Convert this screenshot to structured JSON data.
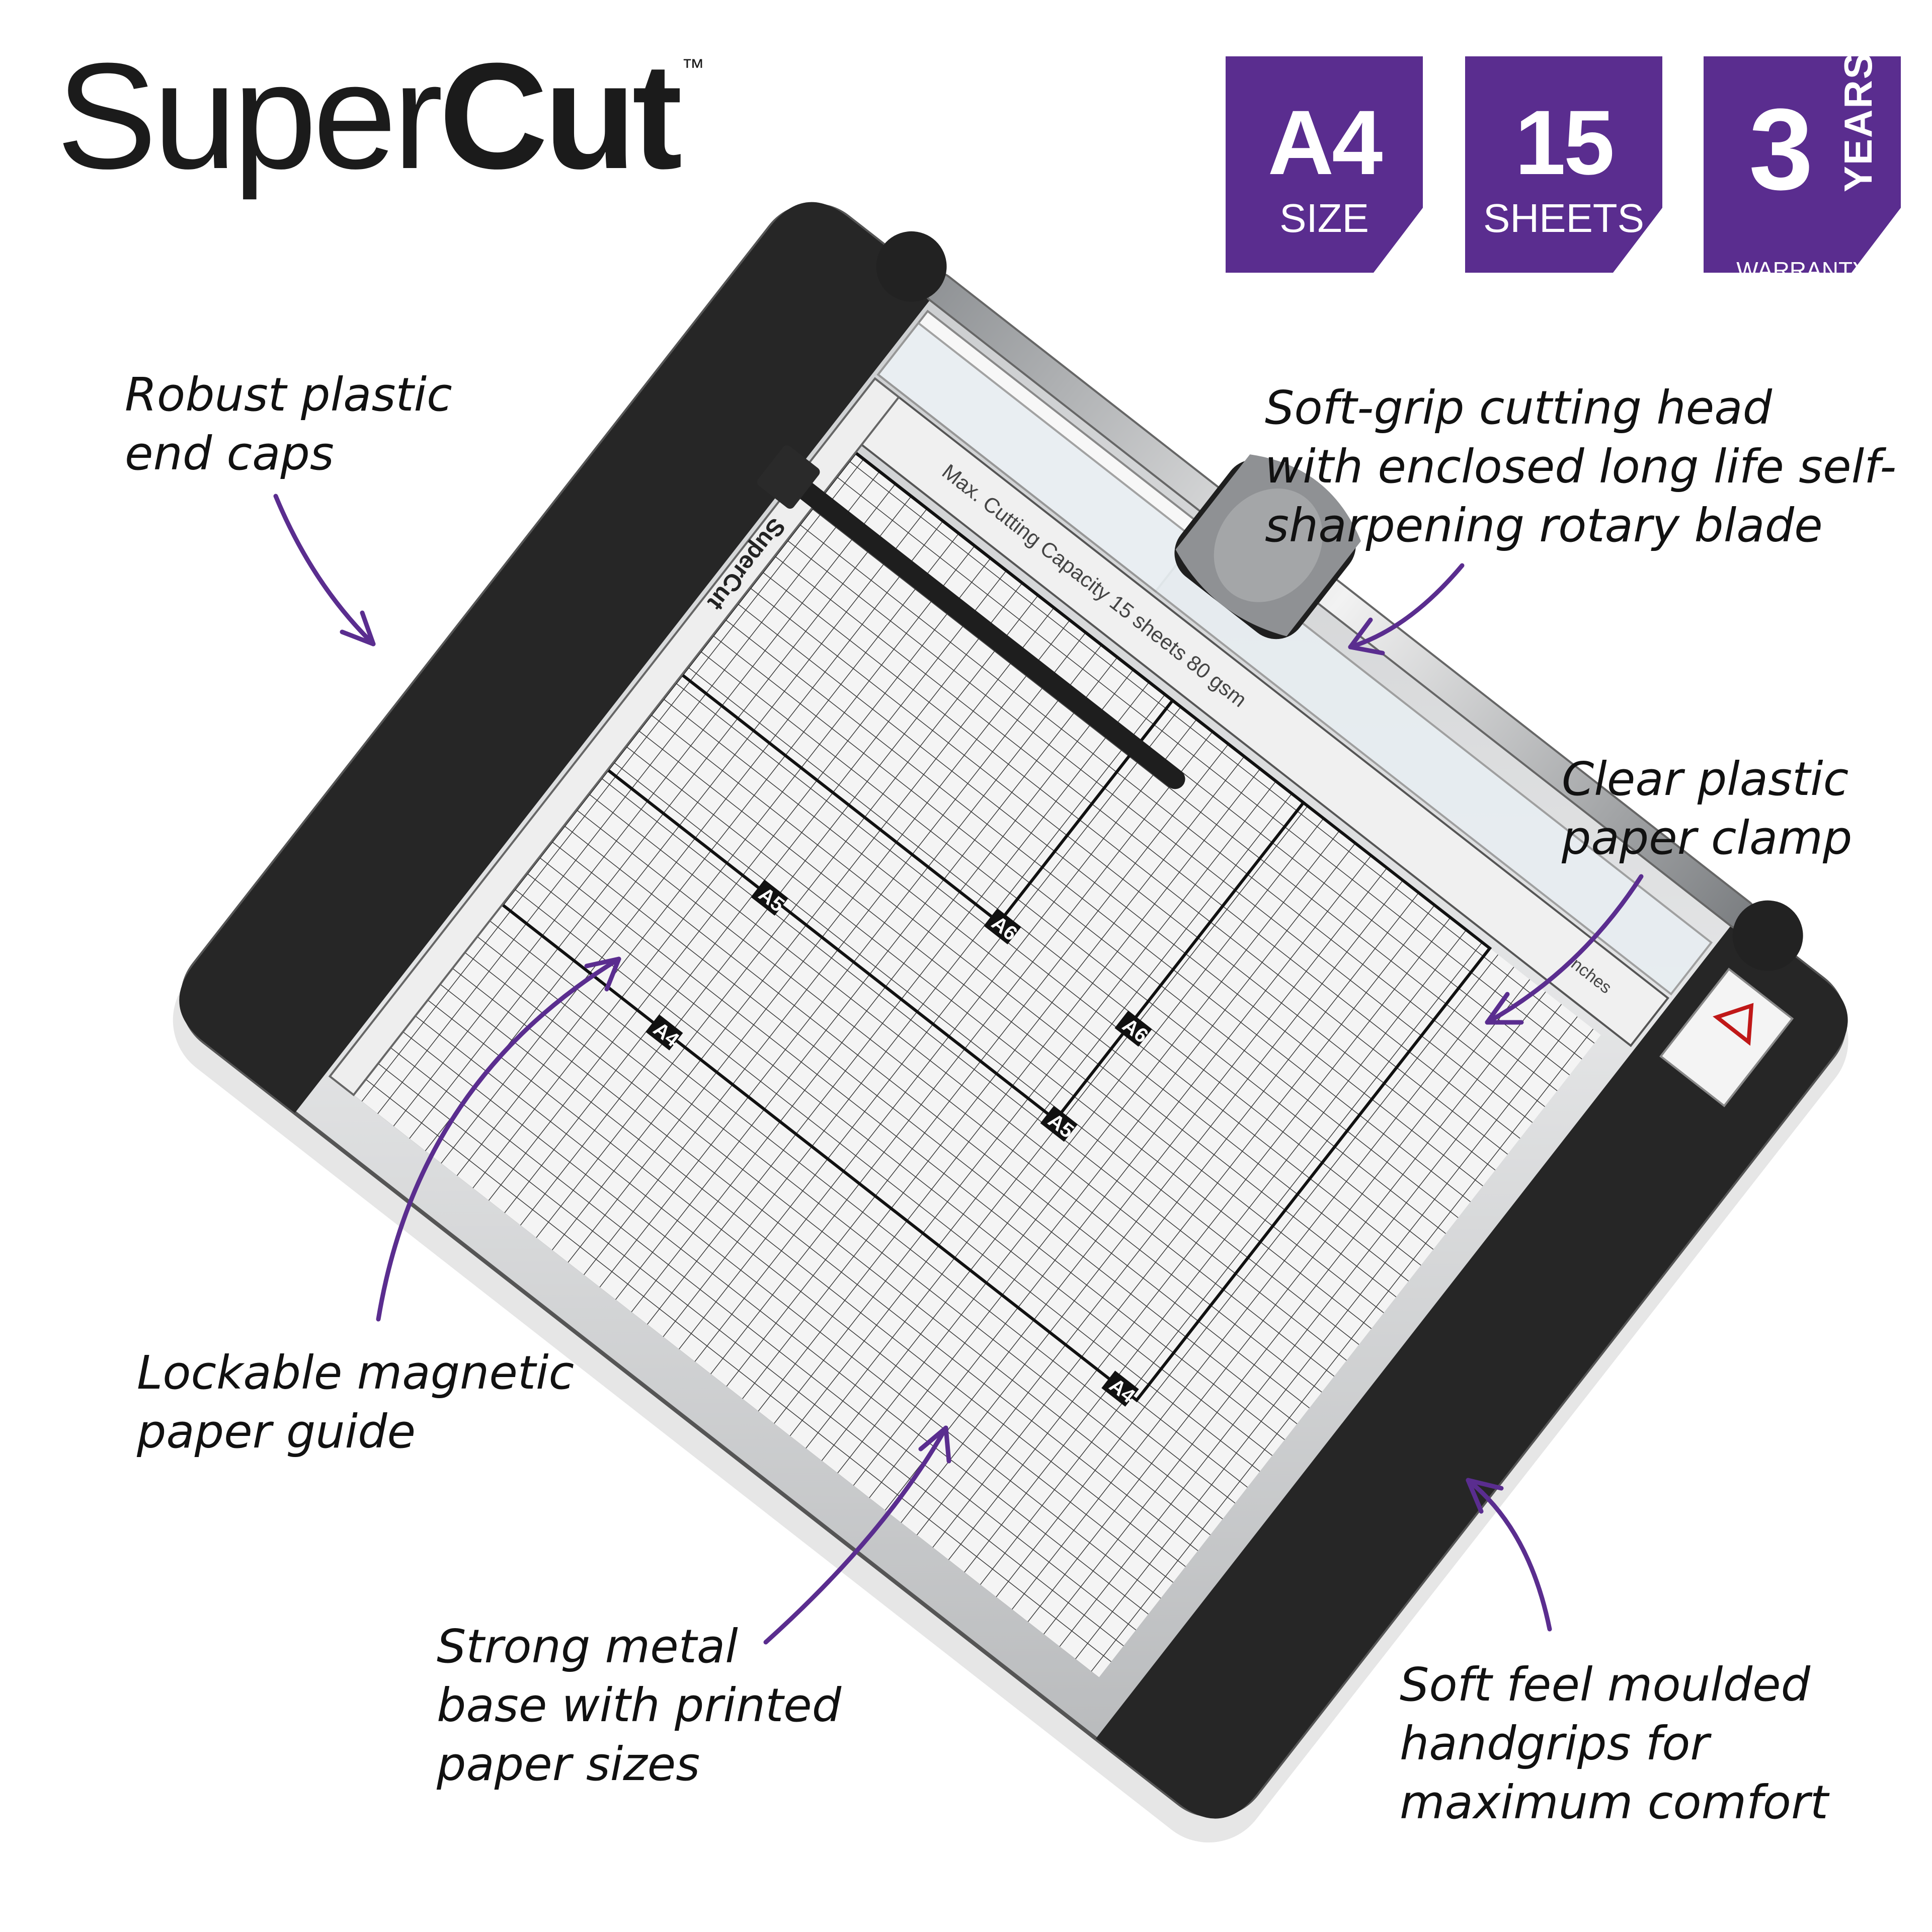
{
  "brand": {
    "light": "Super",
    "bold": "Cut",
    "tm": "™"
  },
  "badges": [
    {
      "big": "A4",
      "small": "SIZE"
    },
    {
      "big": "15",
      "small": "SHEETS"
    },
    {
      "big": "3",
      "side": "YEARS",
      "small": "WARRANTY"
    }
  ],
  "callouts": {
    "end_caps": [
      "Robust plastic",
      "end caps"
    ],
    "cutting_head": [
      "Soft-grip cutting head",
      "with enclosed long life self-",
      "sharpening rotary blade"
    ],
    "paper_clamp": [
      "Clear plastic",
      "paper clamp"
    ],
    "paper_guide": [
      "Lockable magnetic",
      "paper guide"
    ],
    "metal_base": [
      "Strong metal",
      "base with printed",
      "paper sizes"
    ],
    "handgrips": [
      "Soft feel moulded",
      "handgrips for",
      "maximum comfort"
    ]
  },
  "product_print": {
    "brand": "SuperCut",
    "capacity": "Max. Cutting Capacity 15 sheets 80 gsm",
    "size_marks": [
      "A6",
      "A6",
      "A5",
      "A5",
      "A4",
      "A4"
    ],
    "inches": "inches"
  },
  "colors": {
    "badge": "#5a2d8f",
    "arrow": "#5a2d8f",
    "text": "#111111"
  }
}
